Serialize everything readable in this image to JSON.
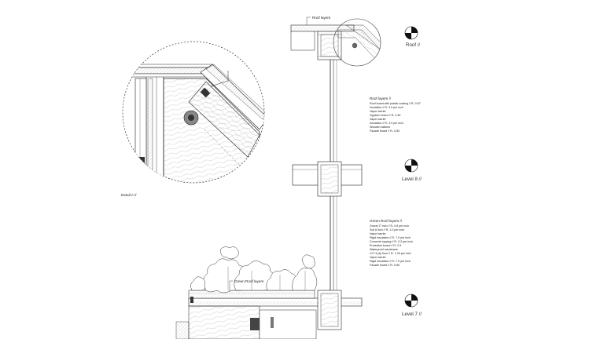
{
  "labels": {
    "roof_layers_tag": "Roof layers",
    "green_roof_tag": "Green Roof layers",
    "detail_title": "Detail A //"
  },
  "levels": {
    "roof": "Roof //",
    "level8": "Level 8 //",
    "level7": "Level 7 //"
  },
  "roof_layers": {
    "title": "Roof layers //",
    "items": [
      "Roof board with plastic coating // R- 0.67",
      "Insulation // R- 3.9 per inch",
      "Vapor barrier",
      "Gypsum board // R- 0.45",
      "Vapor barrier",
      "Insulation // R- 3.9 per inch",
      "Wooden battens",
      "Facade board // R- 0.80"
    ]
  },
  "green_roof_layers": {
    "title": "Green Roof layers //",
    "items": [
      "Gravel 2\" inch // R- 0.8 per inch",
      "Soil 8 inch // R- 1.0 per inch",
      "Vapor barrier",
      "Rigid insulation // R- 7.0 per inch",
      "Concrete topping // R- 0.2 per inch",
      "Protection board // R- 2.5",
      "Waterproof membrane",
      "CLT 5 ply floor // R- 1.25 per inch",
      "Vapor barrier",
      "Rigid insulation // R- 7.0 per inch",
      "Facade board // R- 0.80"
    ]
  },
  "colors": {
    "ink": "#222222",
    "wood_fill": "#f3f3f3",
    "section_mark": "#111111"
  },
  "icons": [
    "section-marker-icon",
    "tree-icon",
    "bolt-icon"
  ]
}
